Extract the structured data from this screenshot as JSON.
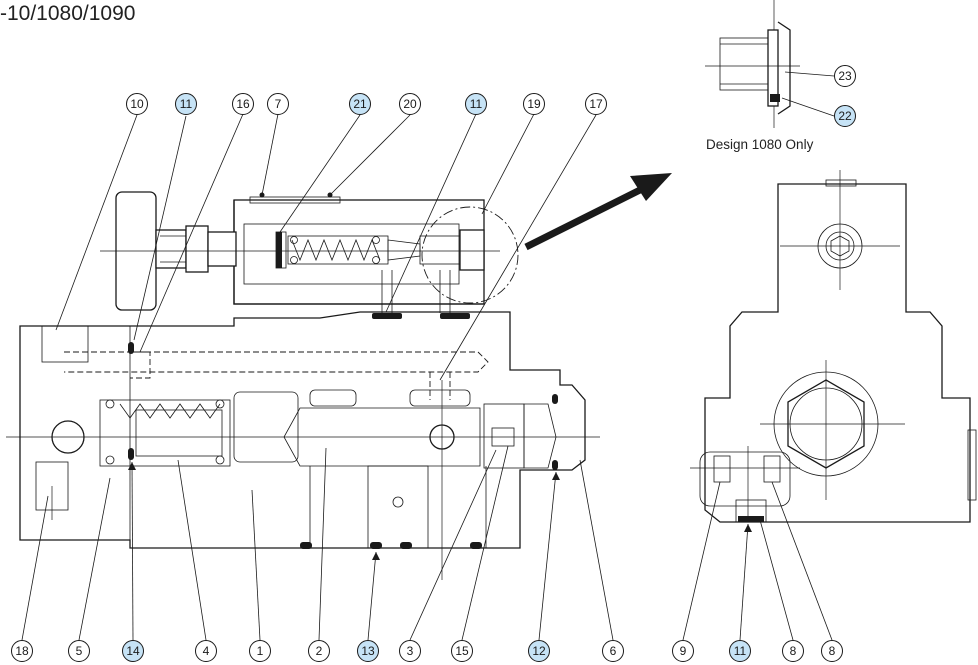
{
  "title": "-10/1080/1090",
  "caption": "Design 1080 Only",
  "colors": {
    "highlight_fill": "#c6e3f6",
    "normal_fill": "#ffffff",
    "line": "#1a1a1a"
  },
  "callouts": [
    {
      "id": "c10",
      "label": "10",
      "highlighted": false
    },
    {
      "id": "c11a",
      "label": "11",
      "highlighted": true
    },
    {
      "id": "c16",
      "label": "16",
      "highlighted": false
    },
    {
      "id": "c7",
      "label": "7",
      "highlighted": false
    },
    {
      "id": "c21",
      "label": "21",
      "highlighted": true
    },
    {
      "id": "c20",
      "label": "20",
      "highlighted": false
    },
    {
      "id": "c11b",
      "label": "11",
      "highlighted": true
    },
    {
      "id": "c19",
      "label": "19",
      "highlighted": false
    },
    {
      "id": "c17",
      "label": "17",
      "highlighted": false
    },
    {
      "id": "c23",
      "label": "23",
      "highlighted": false
    },
    {
      "id": "c22",
      "label": "22",
      "highlighted": true
    },
    {
      "id": "c18",
      "label": "18",
      "highlighted": false
    },
    {
      "id": "c5",
      "label": "5",
      "highlighted": false
    },
    {
      "id": "c14",
      "label": "14",
      "highlighted": true
    },
    {
      "id": "c4",
      "label": "4",
      "highlighted": false
    },
    {
      "id": "c1",
      "label": "1",
      "highlighted": false
    },
    {
      "id": "c2",
      "label": "2",
      "highlighted": false
    },
    {
      "id": "c13",
      "label": "13",
      "highlighted": true
    },
    {
      "id": "c3",
      "label": "3",
      "highlighted": false
    },
    {
      "id": "c15",
      "label": "15",
      "highlighted": false
    },
    {
      "id": "c12",
      "label": "12",
      "highlighted": true
    },
    {
      "id": "c6",
      "label": "6",
      "highlighted": false
    },
    {
      "id": "c9",
      "label": "9",
      "highlighted": false
    },
    {
      "id": "c11c",
      "label": "11",
      "highlighted": true
    },
    {
      "id": "c8a",
      "label": "8",
      "highlighted": false
    },
    {
      "id": "c8b",
      "label": "8",
      "highlighted": false
    }
  ]
}
